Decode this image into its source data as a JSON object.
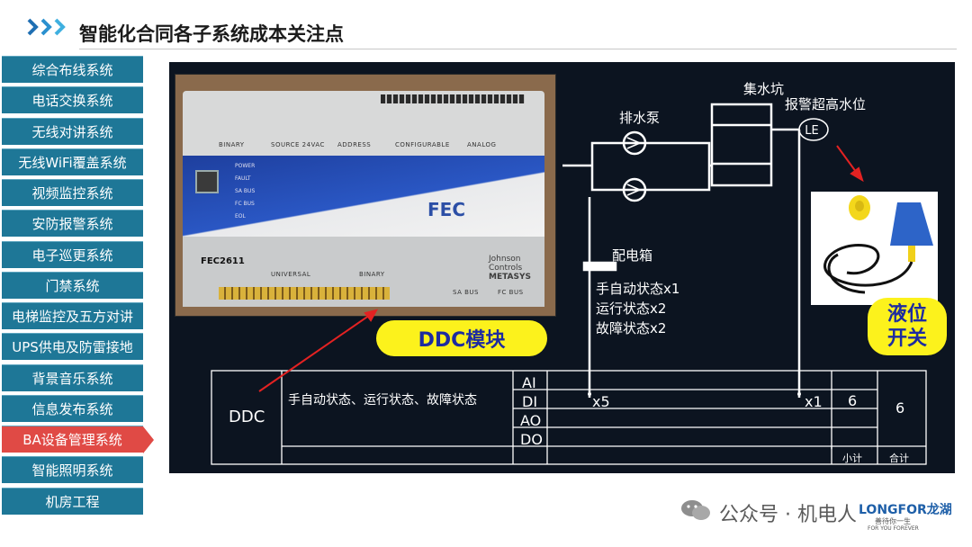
{
  "header": {
    "title": "智能化合同各子系统成本关注点"
  },
  "sidebar": {
    "items": [
      {
        "label": "综合布线系统"
      },
      {
        "label": "电话交换系统"
      },
      {
        "label": "无线对讲系统"
      },
      {
        "label": "无线WiFi覆盖系统"
      },
      {
        "label": "视频监控系统"
      },
      {
        "label": "安防报警系统"
      },
      {
        "label": "电子巡更系统"
      },
      {
        "label": "门禁系统"
      },
      {
        "label": "电梯监控及五方对讲"
      },
      {
        "label": "UPS供电及防雷接地"
      },
      {
        "label": "背景音乐系统"
      },
      {
        "label": "信息发布系统"
      },
      {
        "label": "BA设备管理系统",
        "active": true
      },
      {
        "label": "智能照明系统"
      },
      {
        "label": "机房工程"
      }
    ],
    "active_color": "#e04a45",
    "item_color": "#1e7797"
  },
  "device": {
    "brand_label": "FEC",
    "maker_line1": "Johnson",
    "maker_line2": "Controls",
    "maker_line3": "METASYS",
    "model": "FEC2611",
    "label_binary": "BINARY",
    "label_source": "SOURCE 24VAC",
    "label_address": "ADDRESS",
    "label_configurable": "CONFIGURABLE",
    "label_analog": "ANALOG",
    "label_universal": "UNIVERSAL",
    "label_binary2": "BINARY",
    "label_sabus": "SA BUS",
    "label_fcbus": "FC BUS",
    "led_power": "POWER",
    "led_fault": "FAULT",
    "led_sabus": "SA BUS",
    "led_fcbus": "FC BUS",
    "led_eol": "EOL"
  },
  "badges": {
    "ddc": "DDC模块",
    "level_line1": "液位",
    "level_line2": "开关"
  },
  "schematic": {
    "pit_label": "集水坑",
    "pump_label": "排水泵",
    "alarm_label": "报警超高水位",
    "le_label": "LE",
    "box_label": "配电箱",
    "status1": "手自动状态x1",
    "status2": "运行状态x2",
    "status3": "故障状态x2"
  },
  "table": {
    "row_label": "DDC",
    "desc": "手自动状态、运行状态、故障状态",
    "types": [
      "AI",
      "DI",
      "AO",
      "DO"
    ],
    "di_count_left": "x5",
    "di_count_right": "x1",
    "subtotal_value": "6",
    "total_value": "6",
    "subtotal_label": "小计",
    "total_label": "合计"
  },
  "footer": {
    "wechat_text": "公众号 · 机电人防",
    "logo_text": "LONGFOR龙湖",
    "logo_slogan": "善待你一生",
    "logo_en": "FOR YOU FOREVER"
  }
}
